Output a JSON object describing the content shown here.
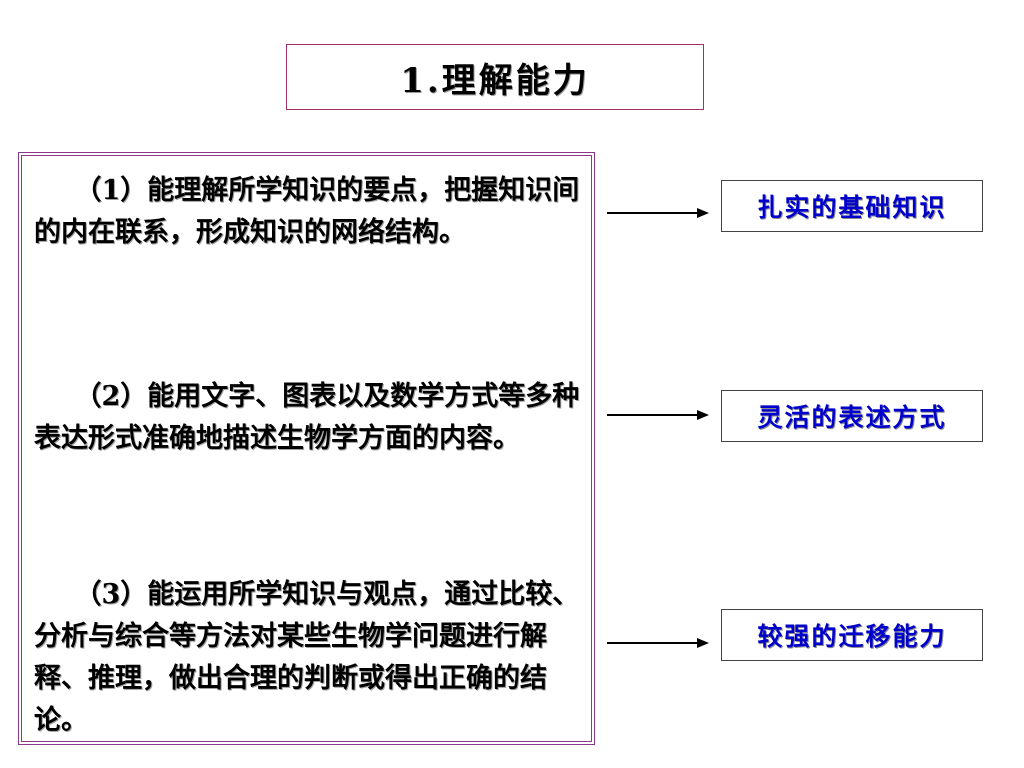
{
  "title": "1.理解能力",
  "paragraphs": [
    "（1）能理解所学知识的要点，把握知识间的内在联系，形成知识的网络结构。",
    "（2）能用文字、图表以及数学方式等多种表达形式准确地描述生物学方面的内容。",
    "（3）能运用所学知识与观点，通过比较、分析与综合等方法对某些生物学问题进行解释、推理，做出合理的判断或得出正确的结论。"
  ],
  "tags": [
    "扎实的基础知识",
    "灵活的表述方式",
    "较强的迁移能力"
  ],
  "colors": {
    "title_border": "#a0306a",
    "left_box_border": "#8b3a8b",
    "tag_text": "#0000cc"
  }
}
